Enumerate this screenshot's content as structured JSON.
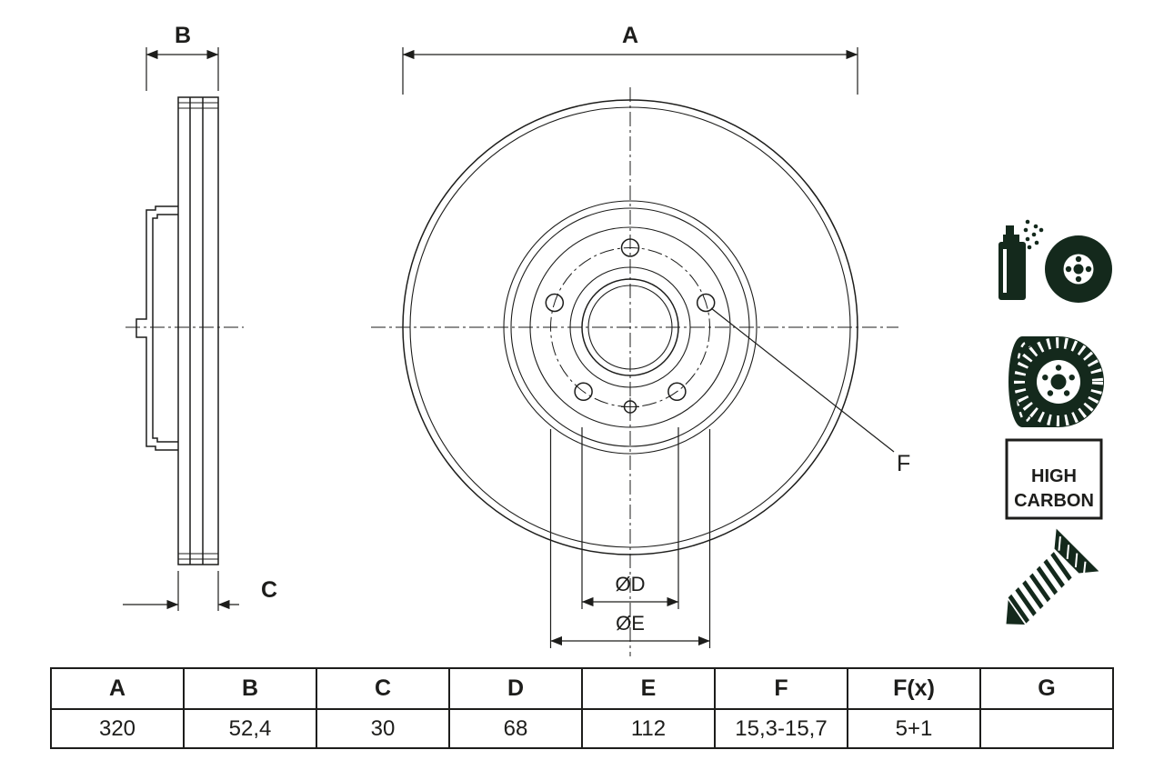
{
  "colors": {
    "line": "#1d1d1b",
    "icon": "#14291c"
  },
  "drawing": {
    "dims": {
      "a": "A",
      "b": "B",
      "c": "C",
      "d": "ØD",
      "e": "ØE",
      "f": "F"
    }
  },
  "badges": {
    "high_carbon": {
      "line1": "HIGH",
      "line2": "CARBON"
    }
  },
  "icons": {
    "spray": "spray-coated-disc-icon",
    "disc": "brake-disc-icon",
    "screw": "countersunk-screw-icon"
  },
  "table": {
    "headers": [
      "A",
      "B",
      "C",
      "D",
      "E",
      "F",
      "F(x)",
      "G"
    ],
    "values": [
      "320",
      "52,4",
      "30",
      "68",
      "112",
      "15,3-15,7",
      "5+1",
      ""
    ]
  }
}
